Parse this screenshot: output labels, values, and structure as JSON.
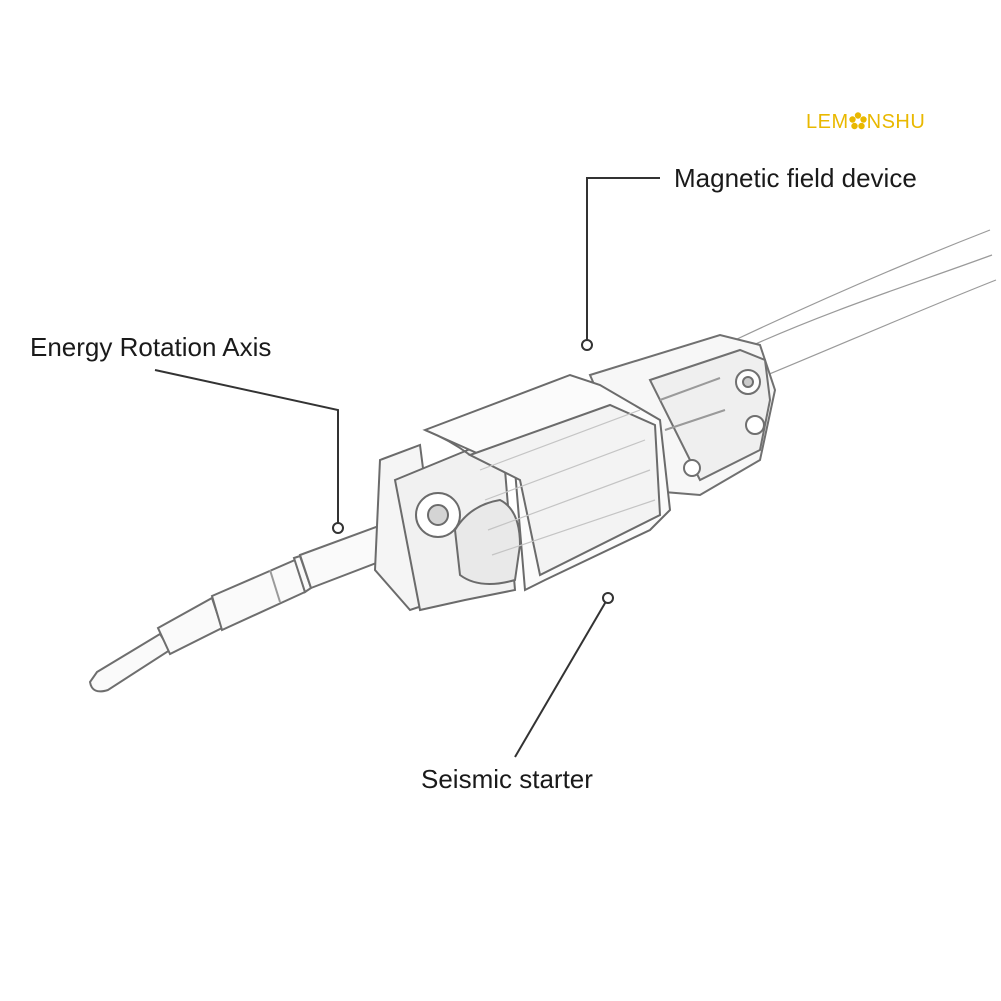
{
  "brand": {
    "before": "LEM",
    "after": "NSHU",
    "color": "#e9b800"
  },
  "labels": {
    "magnetic": "Magnetic field device",
    "energy": "Energy Rotation Axis",
    "seismic": "Seismic starter"
  },
  "colors": {
    "line": "#333333",
    "sketch": "#8a8a8a"
  }
}
